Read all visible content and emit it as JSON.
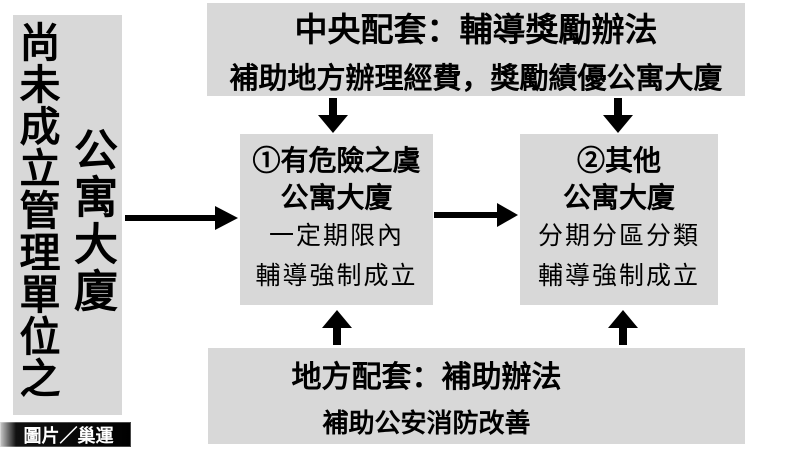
{
  "left_panel": {
    "line_main": "尚未成立管理單位之",
    "line_sub": "公寓大廈"
  },
  "top_box": {
    "title": "中央配套：輔導獎勵辦法",
    "subtitle": "補助地方辦理經費，獎勵績優公寓大廈"
  },
  "box1": {
    "heading_line1": "①有危險之虞",
    "heading_line2": "公寓大廈",
    "body_line1": "一定期限內",
    "body_line2": "輔導強制成立"
  },
  "box2": {
    "heading_line1": "②其他",
    "heading_line2": "公寓大廈",
    "body_line1": "分期分區分類",
    "body_line2": "輔導強制成立"
  },
  "bottom_box": {
    "title": "地方配套：補助辦法",
    "subtitle": "補助公安消防改善"
  },
  "credit": {
    "label": "圖片／巢運"
  },
  "colors": {
    "box_bg": "#d8d8d8",
    "text": "#000000",
    "arrow": "#000000",
    "credit_bg": "#000000",
    "credit_text": "#ffffff"
  }
}
